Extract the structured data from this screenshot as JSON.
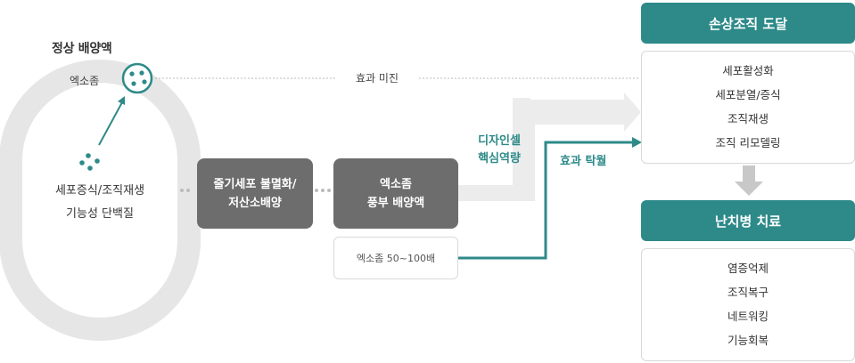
{
  "normal_culture": {
    "title": "정상 배양액",
    "exosome_label": "엑소좀",
    "inner_lines": [
      "세포증식/조직재생",
      "기능성 단백질"
    ]
  },
  "boxes": {
    "stem_cell": "줄기세포 불멸화/\n저산소배양",
    "exosome_rich": "엑소좀\n풍부 배양액",
    "exosome_note": "엑소좀 50~100배"
  },
  "labels": {
    "insufficient_effect": "효과 미진",
    "design_cell": [
      "디자인셀",
      "핵심역량"
    ],
    "excellent_effect": "효과 탁월"
  },
  "outcomes": [
    {
      "title": "손상조직 도달",
      "items": [
        "세포활성화",
        "세포분열/증식",
        "조직재생",
        "조직 리모델링"
      ]
    },
    {
      "title": "난치병 치료",
      "items": [
        "염증억제",
        "조직복구",
        "네트워킹",
        "기능회복"
      ]
    }
  ],
  "colors": {
    "teal": "#2d8a89",
    "grey_box": "#6d6d6d",
    "oval": "#e6e6e6"
  }
}
